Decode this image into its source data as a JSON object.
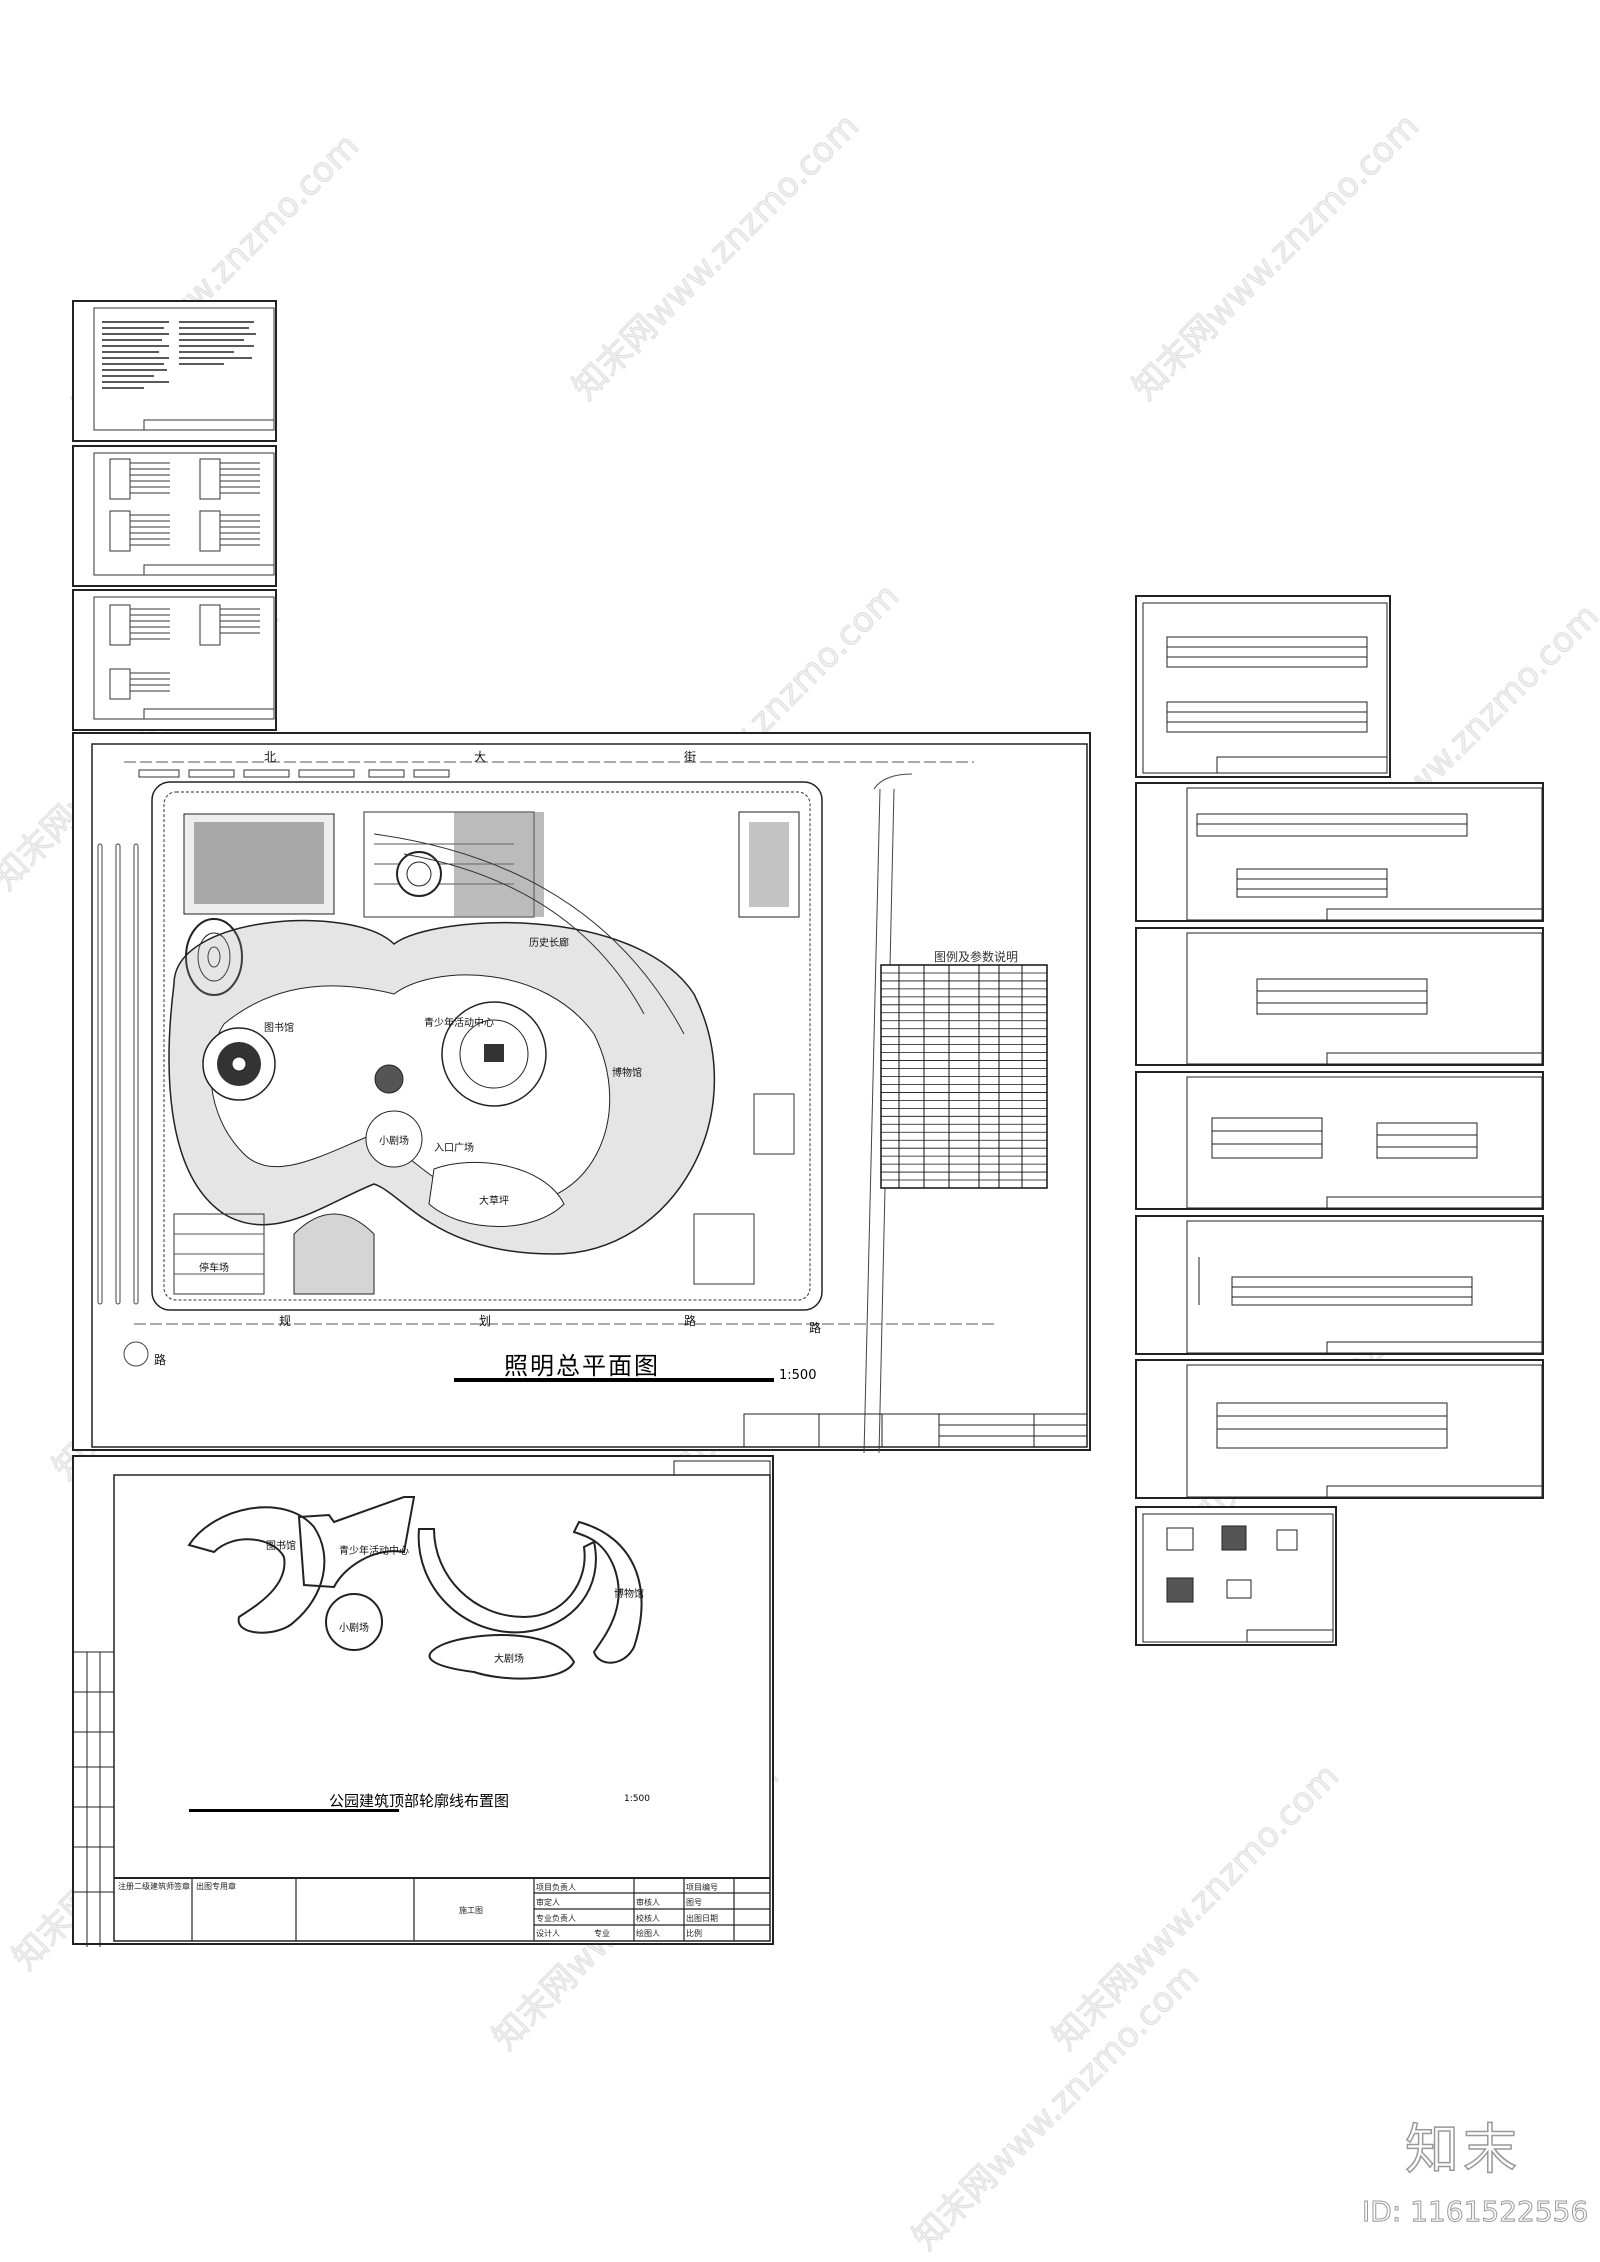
{
  "watermark": "知末网www.znzmo.com",
  "brand": {
    "name": "知末",
    "id_label": "ID: 1161522556"
  },
  "main_sheet": {
    "title": "照明总平面图",
    "scale": "1:500",
    "streets": {
      "north": [
        "北",
        "大",
        "街"
      ],
      "south": [
        "规",
        "划",
        "路"
      ],
      "east": "路",
      "west": "路"
    },
    "areas": [
      "图书馆",
      "青少年活动中心",
      "入口广场",
      "小剧场",
      "大草坪",
      "停车场",
      "历史长廊",
      "博物馆"
    ],
    "legend_title": "图例及参数说明",
    "legend_rows": 28
  },
  "roof_sheet": {
    "title": "公园建筑顶部轮廓线布置图",
    "scale": "1:500",
    "areas": [
      "图书馆",
      "青少年活动中心",
      "小剧场",
      "大剧场",
      "博物馆"
    ],
    "title_block": {
      "cells": [
        "注册二级建筑师签章",
        "出图专用章",
        "施工图",
        "项目负责人",
        "审定人",
        "审核人",
        "项目编号",
        "专业负责人",
        "校核人",
        "图号",
        "设计人",
        "绘图人",
        "出图日期",
        "专业",
        "比例"
      ]
    }
  },
  "colors": {
    "line": "#222222",
    "paper": "#ffffff",
    "watermark": "#999999"
  }
}
